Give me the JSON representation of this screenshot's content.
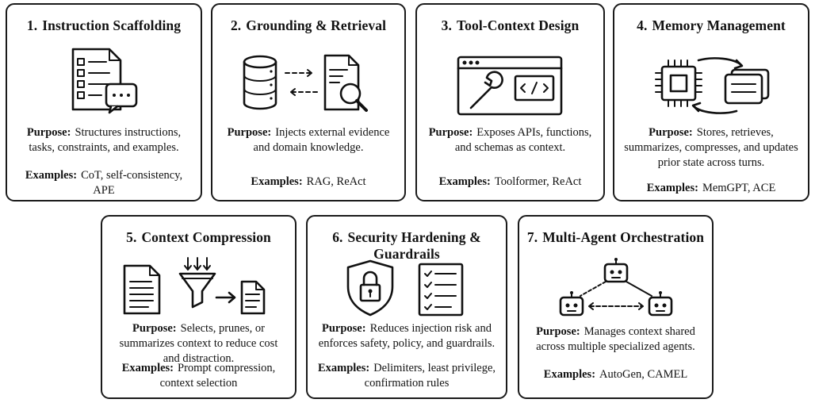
{
  "purpose_label": "Purpose:",
  "examples_label": "Examples:",
  "cards": [
    {
      "number": "1.",
      "title": "Instruction Scaffolding",
      "purpose": "Structures instructions, tasks, constraints, and examples.",
      "examples": "CoT, self-consistency, APE",
      "icon": "checklist-document-with-speech-bubble-icon"
    },
    {
      "number": "2.",
      "title": "Grounding & Retrieval",
      "purpose": "Injects external evidence and domain knowledge.",
      "examples": "RAG, ReAct",
      "icon": "database-document-search-icon"
    },
    {
      "number": "3.",
      "title": "Tool-Context Design",
      "purpose": "Exposes APIs, functions, and schemas as context.",
      "examples": "Toolformer, ReAct",
      "icon": "browser-wrench-code-icon"
    },
    {
      "number": "4.",
      "title": "Memory Management",
      "purpose": "Stores, retrieves, summarizes, compresses, and updates prior state across turns.",
      "examples": "MemGPT, ACE",
      "icon": "chip-memory-cycle-icon"
    },
    {
      "number": "5.",
      "title": "Context Compression",
      "purpose": "Selects, prunes, or summarizes context to reduce cost and distraction.",
      "examples": "Prompt compression, context selection",
      "icon": "document-funnel-icon"
    },
    {
      "number": "6.",
      "title": "Security Hardening & Guardrails",
      "purpose": "Reduces injection risk and enforces safety, policy, and guardrails.",
      "examples": "Delimiters, least privilege, confirmation rules",
      "icon": "shield-lock-checklist-icon"
    },
    {
      "number": "7.",
      "title": "Multi-Agent Orchestration",
      "purpose": "Manages context shared across multiple specialized agents.",
      "examples": "AutoGen, CAMEL",
      "icon": "three-robots-network-icon"
    }
  ]
}
